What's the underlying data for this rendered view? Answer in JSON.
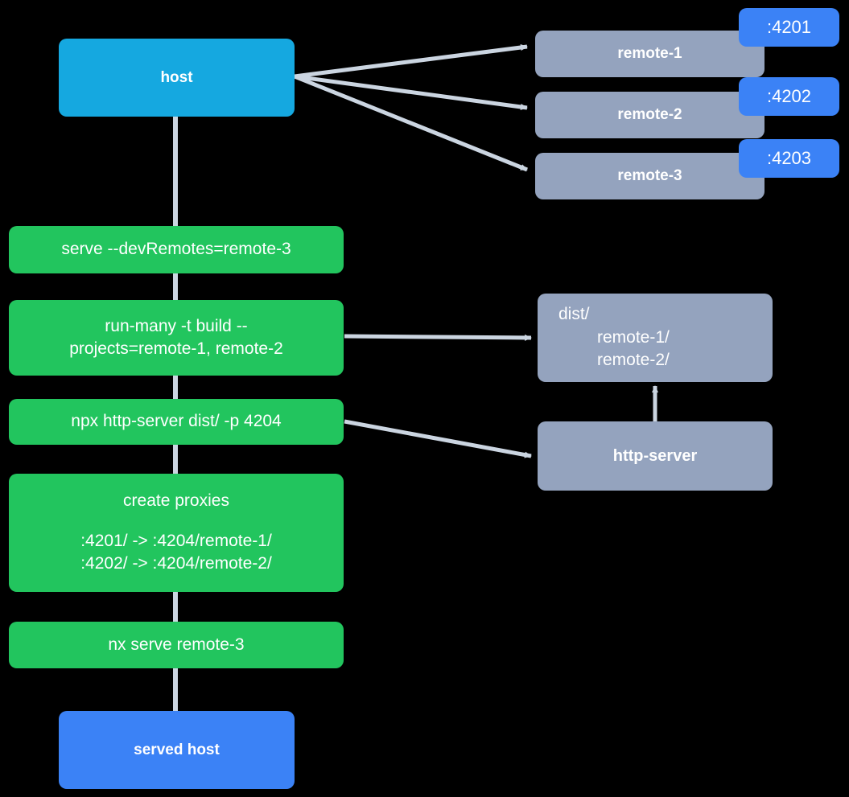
{
  "diagram": {
    "title": "Nx module federation host and remotes serve flow",
    "colors": {
      "background": "#000000",
      "host": "#15A8E0",
      "served_host": "#3B82F6",
      "command": "#22C55E",
      "remote": "#94A3BE",
      "port_badge": "#3B82F6",
      "edge": "#CBD5E1",
      "text": "#ffffff"
    },
    "nodes": {
      "host": {
        "label": "host"
      },
      "remote_1": {
        "label": "remote-1",
        "port": ":4201"
      },
      "remote_2": {
        "label": "remote-2",
        "port": ":4202"
      },
      "remote_3": {
        "label": "remote-3",
        "port": ":4203"
      },
      "cmd_serve": {
        "label": "serve --devRemotes=remote-3"
      },
      "cmd_run_many": {
        "line1": "run-many -t build --",
        "line2": "projects=remote-1, remote-2"
      },
      "cmd_http_server": {
        "label": "npx http-server dist/ -p 4204"
      },
      "cmd_create_proxies": {
        "title": "create proxies",
        "proxy1": ":4201/ -> :4204/remote-1/",
        "proxy2": ":4202/ -> :4204/remote-2/"
      },
      "cmd_nx_serve": {
        "label": "nx serve remote-3"
      },
      "served_host": {
        "label": "served host"
      },
      "dist": {
        "line1": "dist/",
        "line2": "remote-1/",
        "line3": "remote-2/"
      },
      "http_server": {
        "label": "http-server"
      }
    },
    "edges": [
      {
        "from": "host",
        "to": "remote-1"
      },
      {
        "from": "host",
        "to": "remote-2"
      },
      {
        "from": "host",
        "to": "remote-3"
      },
      {
        "from": "host",
        "to": "serve --devRemotes=remote-3"
      },
      {
        "from": "serve --devRemotes=remote-3",
        "to": "run-many -t build --projects=remote-1, remote-2"
      },
      {
        "from": "run-many -t build --projects=remote-1, remote-2",
        "to": "npx http-server dist/ -p 4204"
      },
      {
        "from": "npx http-server dist/ -p 4204",
        "to": "create proxies"
      },
      {
        "from": "create proxies",
        "to": "nx serve remote-3"
      },
      {
        "from": "nx serve remote-3",
        "to": "served host"
      },
      {
        "from": "run-many -t build --projects=remote-1, remote-2",
        "to": "dist/"
      },
      {
        "from": "npx http-server dist/ -p 4204",
        "to": "http-server"
      },
      {
        "from": "http-server",
        "to": "dist/"
      }
    ]
  }
}
